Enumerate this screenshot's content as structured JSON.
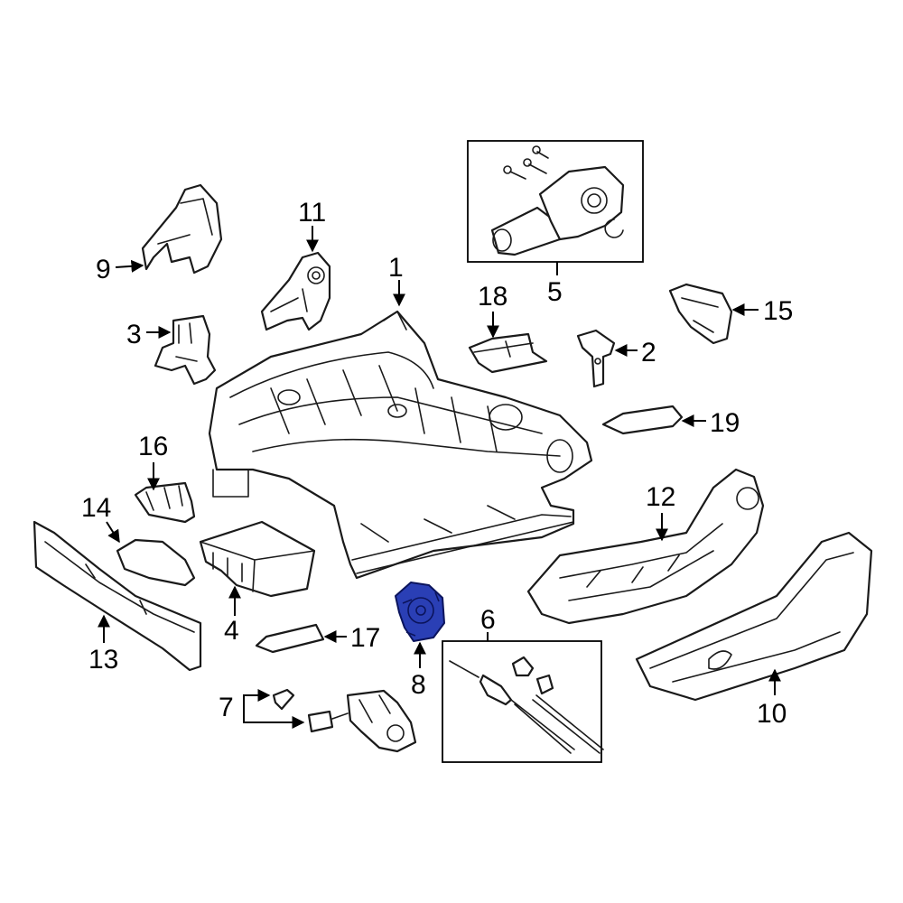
{
  "highlight_color": "#2a3fb5",
  "callouts": {
    "c1": "1",
    "c2": "2",
    "c3": "3",
    "c4": "4",
    "c5": "5",
    "c6": "6",
    "c7": "7",
    "c8": "8",
    "c9": "9",
    "c10": "10",
    "c11": "11",
    "c12": "12",
    "c13": "13",
    "c14": "14",
    "c15": "15",
    "c16": "16",
    "c17": "17",
    "c18": "18",
    "c19": "19"
  },
  "highlighted_part": "8"
}
